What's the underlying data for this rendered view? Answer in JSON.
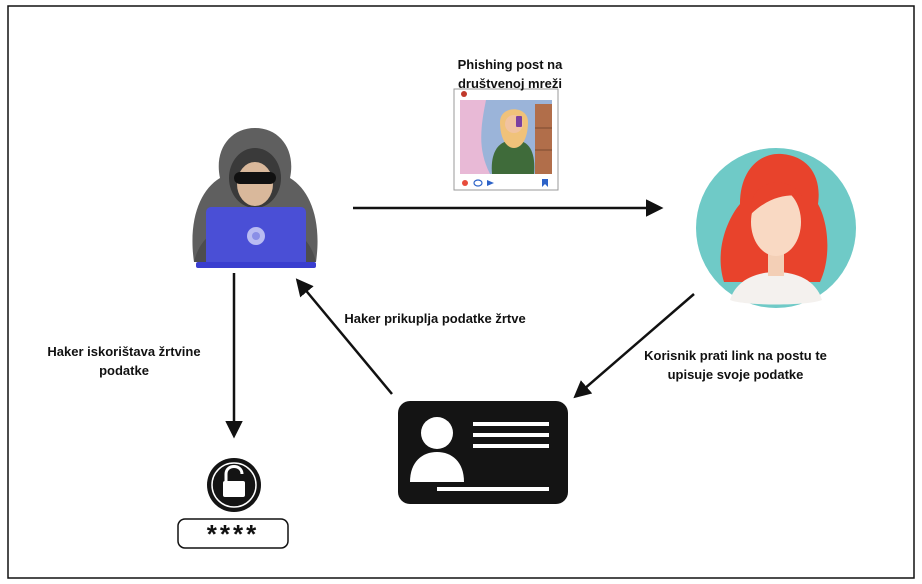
{
  "labels": {
    "post_title": "Phishing post na društvenoj mreži",
    "exploit": "Haker iskorištava žrtvine podatke",
    "collect": "Haker prikuplja podatke žrtve",
    "victim_action": "Korisnik prati link na postu te upisuje svoje podatke",
    "password_mask": "****"
  },
  "colors": {
    "hood": "#5f5f5f",
    "laptop": "#4a4fd6",
    "victim_bg": "#6fcac7",
    "hair": "#e8432c",
    "skin": "#f9d9c3",
    "card": "#141414"
  },
  "icons": [
    "hacker-icon",
    "phishing-post-icon",
    "victim-avatar-icon",
    "id-card-icon",
    "lock-icon",
    "password-field-icon"
  ]
}
